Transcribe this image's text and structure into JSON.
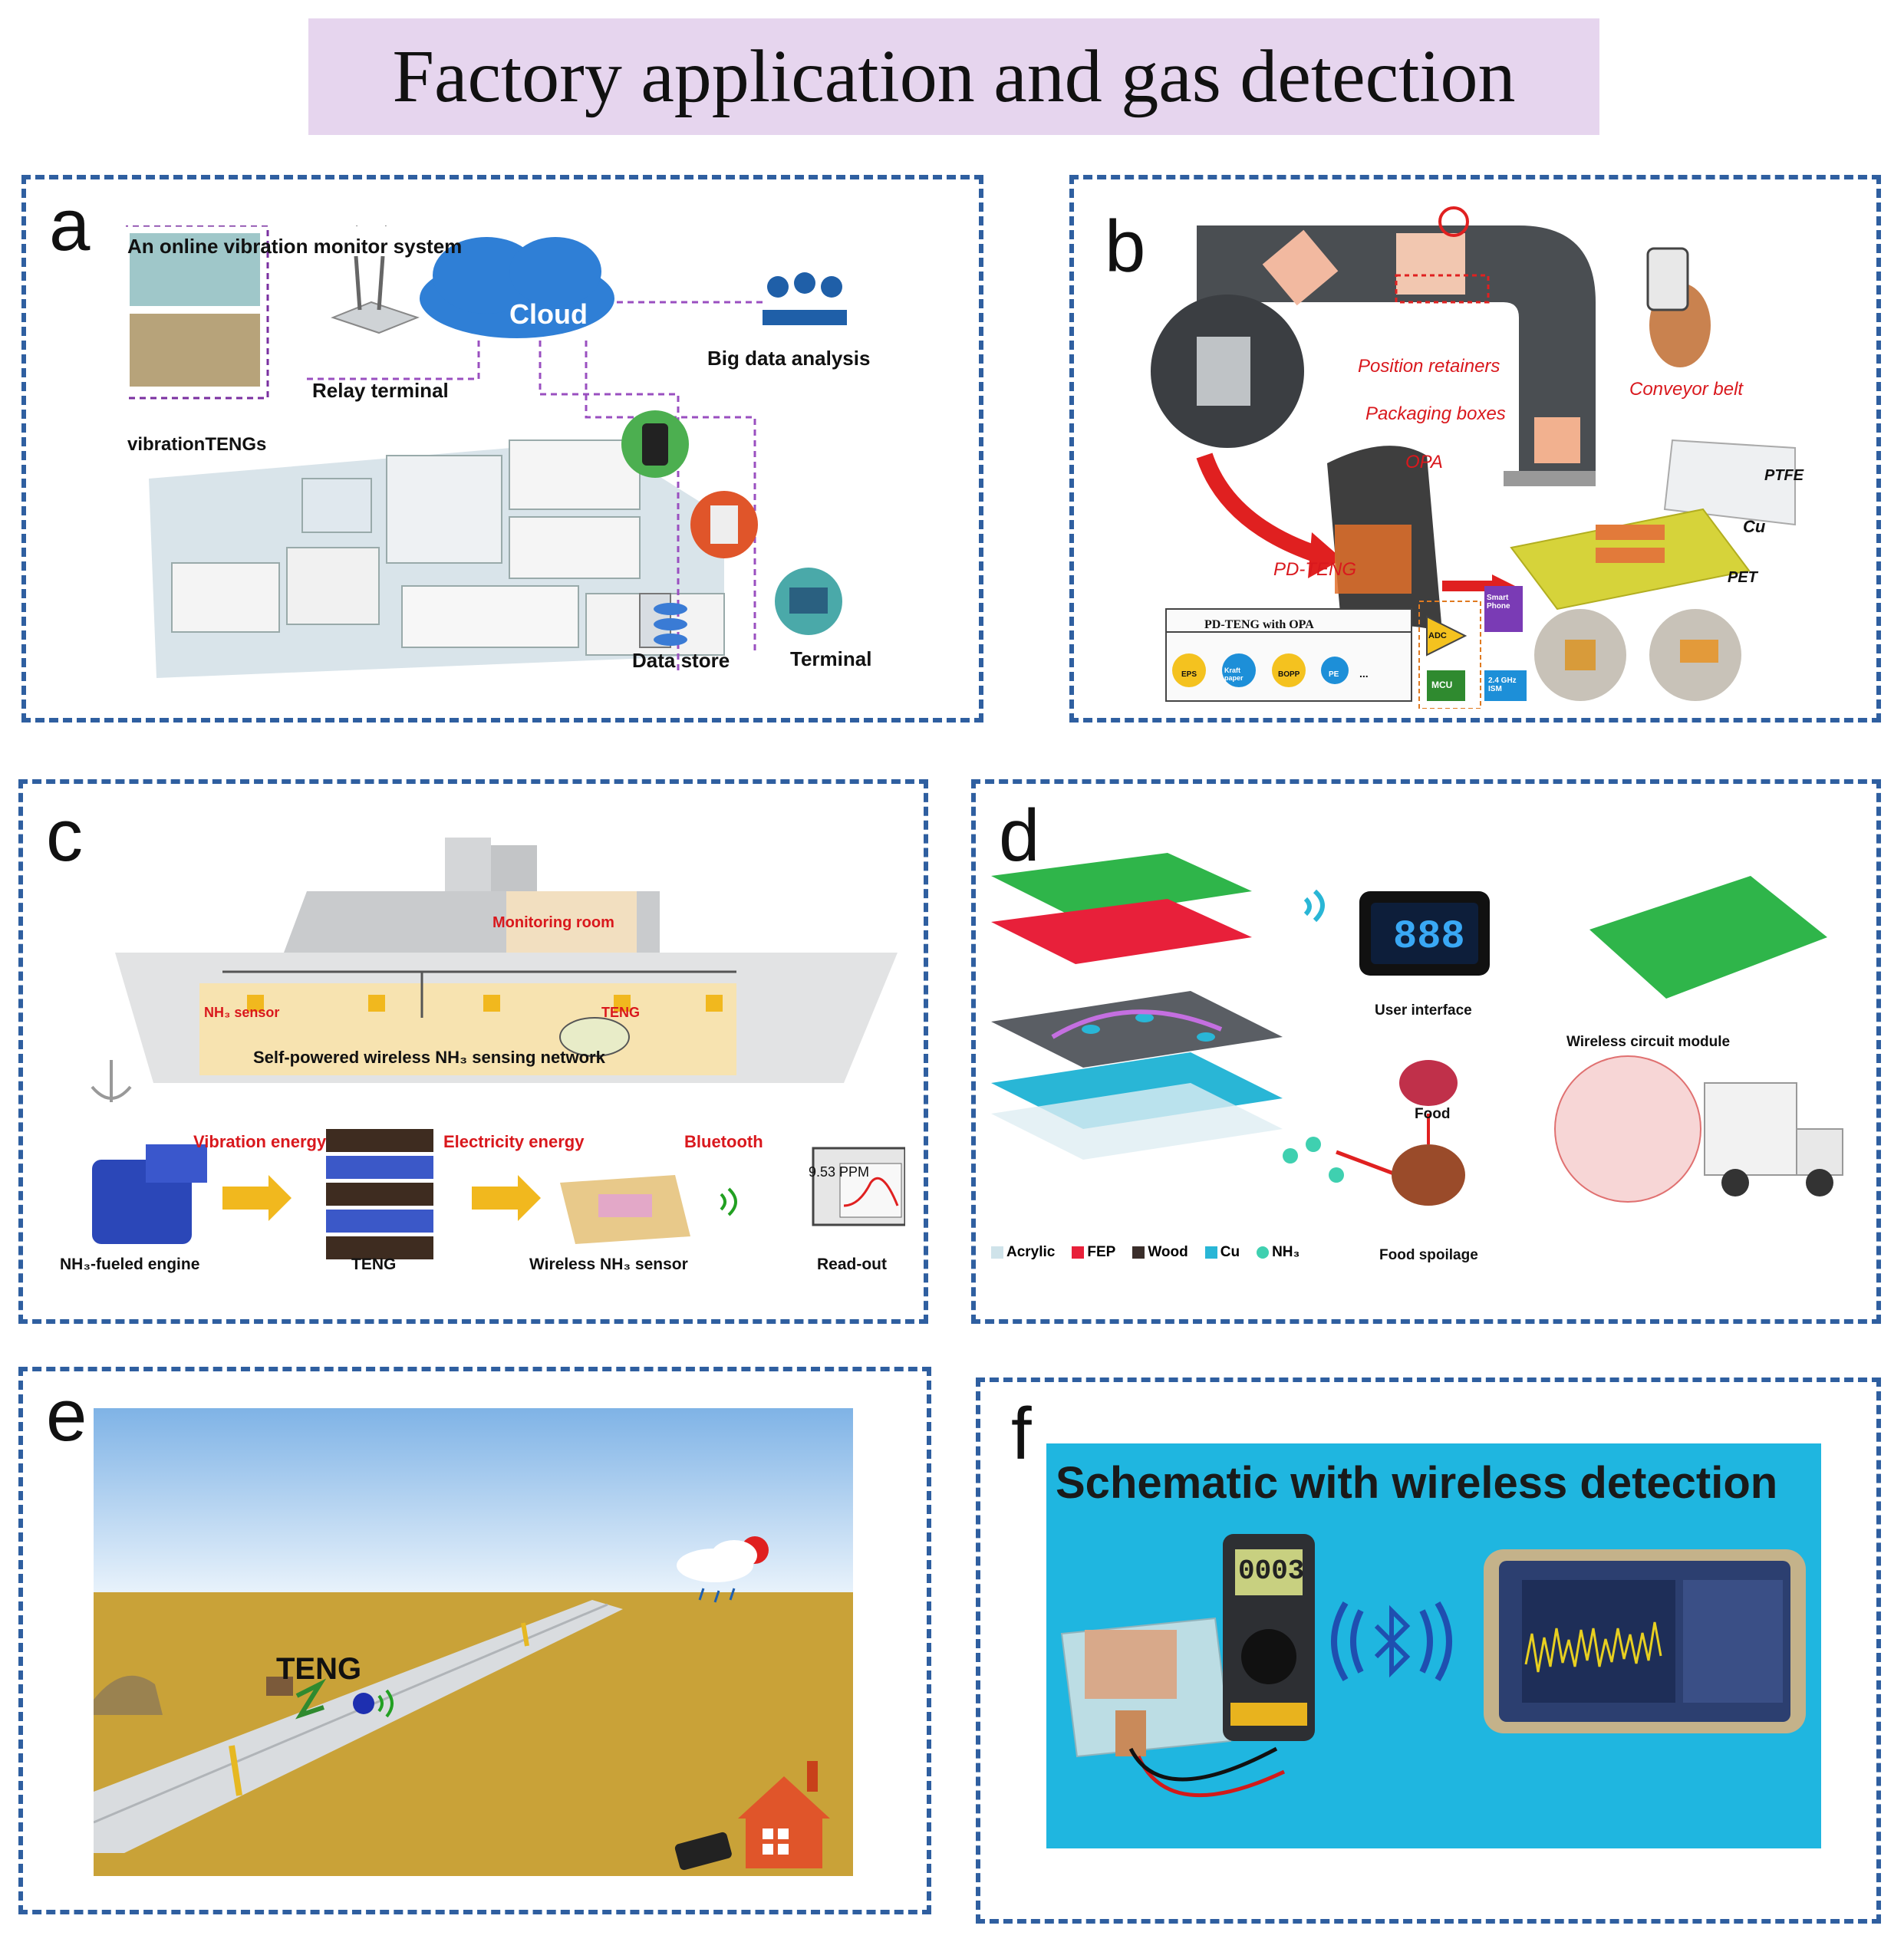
{
  "title": "Factory application and gas detection",
  "panels": {
    "a": {
      "letter": "a",
      "system_title": "An online vibration monitor system",
      "cloud": "Cloud",
      "relay": "Relay terminal",
      "big_data": "Big data analysis",
      "teng": "vibrationTENGs",
      "data_store": "Data store",
      "terminal": "Terminal"
    },
    "b": {
      "letter": "b",
      "position_retainers": "Position retainers",
      "conveyor_belt": "Conveyor belt",
      "packaging_boxes": "Packaging boxes",
      "opa": "OPA",
      "pd_teng": "PD-TENG",
      "ptfe": "PTFE",
      "cu": "Cu",
      "pet": "PET",
      "circuit_title": "PD-TENG with OPA",
      "materials": [
        "EPS",
        "Kraft paper",
        "BOPP",
        "PE",
        "..."
      ],
      "adc": "ADC",
      "mcu": "MCU",
      "smart_phone": "Smart Phone",
      "ism": "2.4 GHz ISM"
    },
    "c": {
      "letter": "c",
      "monitoring_room": "Monitoring room",
      "nh3_sensor": "NH₃ sensor",
      "teng_tag": "TENG",
      "network": "Self-powered wireless NH₃ sensing network",
      "vibration_energy": "Vibration energy",
      "electricity_energy": "Electricity energy",
      "bluetooth": "Bluetooth",
      "ppm": "9.53 PPM",
      "engine": "NH₃-fueled engine",
      "teng": "TENG",
      "wireless_sensor": "Wireless NH₃ sensor",
      "readout": "Read-out"
    },
    "d": {
      "letter": "d",
      "display": "888",
      "user_interface": "User interface",
      "wireless_module": "Wireless circuit module",
      "food": "Food",
      "food_spoilage": "Food spoilage",
      "legend": [
        {
          "label": "Acrylic",
          "color": "#cfe3ea"
        },
        {
          "label": "FEP",
          "color": "#e8203a"
        },
        {
          "label": "Wood",
          "color": "#3a2e2a"
        },
        {
          "label": "Cu",
          "color": "#29b6d6"
        },
        {
          "label": "NH₃",
          "color": "#3fd0b0"
        }
      ]
    },
    "e": {
      "letter": "e",
      "teng": "TENG"
    },
    "f": {
      "letter": "f",
      "heading": "Schematic with wireless detection",
      "meter_reading": "0003"
    }
  },
  "colors": {
    "dash_border": "#2f5fa0",
    "title_bg": "#e6d5ee",
    "label_red": "#d9181d",
    "cloud_blue": "#2f7fd6",
    "panel_f_bg": "#1fb6e0"
  },
  "icons": [
    "wifi-icon",
    "bluetooth-icon",
    "cloud-icon",
    "phone-icon",
    "database-icon",
    "monitor-icon",
    "arrow-icon",
    "anchor-icon",
    "sun-cloud-icon",
    "house-icon"
  ]
}
